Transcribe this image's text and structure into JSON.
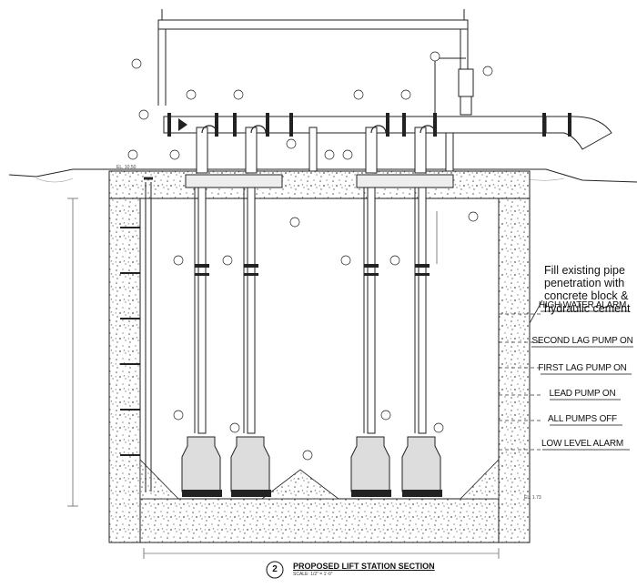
{
  "drawing": {
    "title": "PROPOSED LIFT STATION SECTION",
    "scale": "SCALE: 1/2\" = 1'-0\"",
    "detail_number": "2",
    "note": "Fill existing pipe penetration with concrete block & hydraulic cement",
    "levels": [
      {
        "label": "HIGH WATER ALARM"
      },
      {
        "label": "SECOND LAG PUMP ON"
      },
      {
        "label": "FIRST LAG PUMP ON"
      },
      {
        "label": "LEAD PUMP ON"
      },
      {
        "label": "ALL PUMPS OFF"
      },
      {
        "label": "LOW LEVEL ALARM"
      }
    ],
    "elevations": {
      "top": "EL. 10.50",
      "bottom": "EL. 1.73"
    }
  },
  "colors": {
    "line": "#222222",
    "concrete": "#ffffff",
    "speckle": "#555555",
    "soil": "#888888"
  }
}
